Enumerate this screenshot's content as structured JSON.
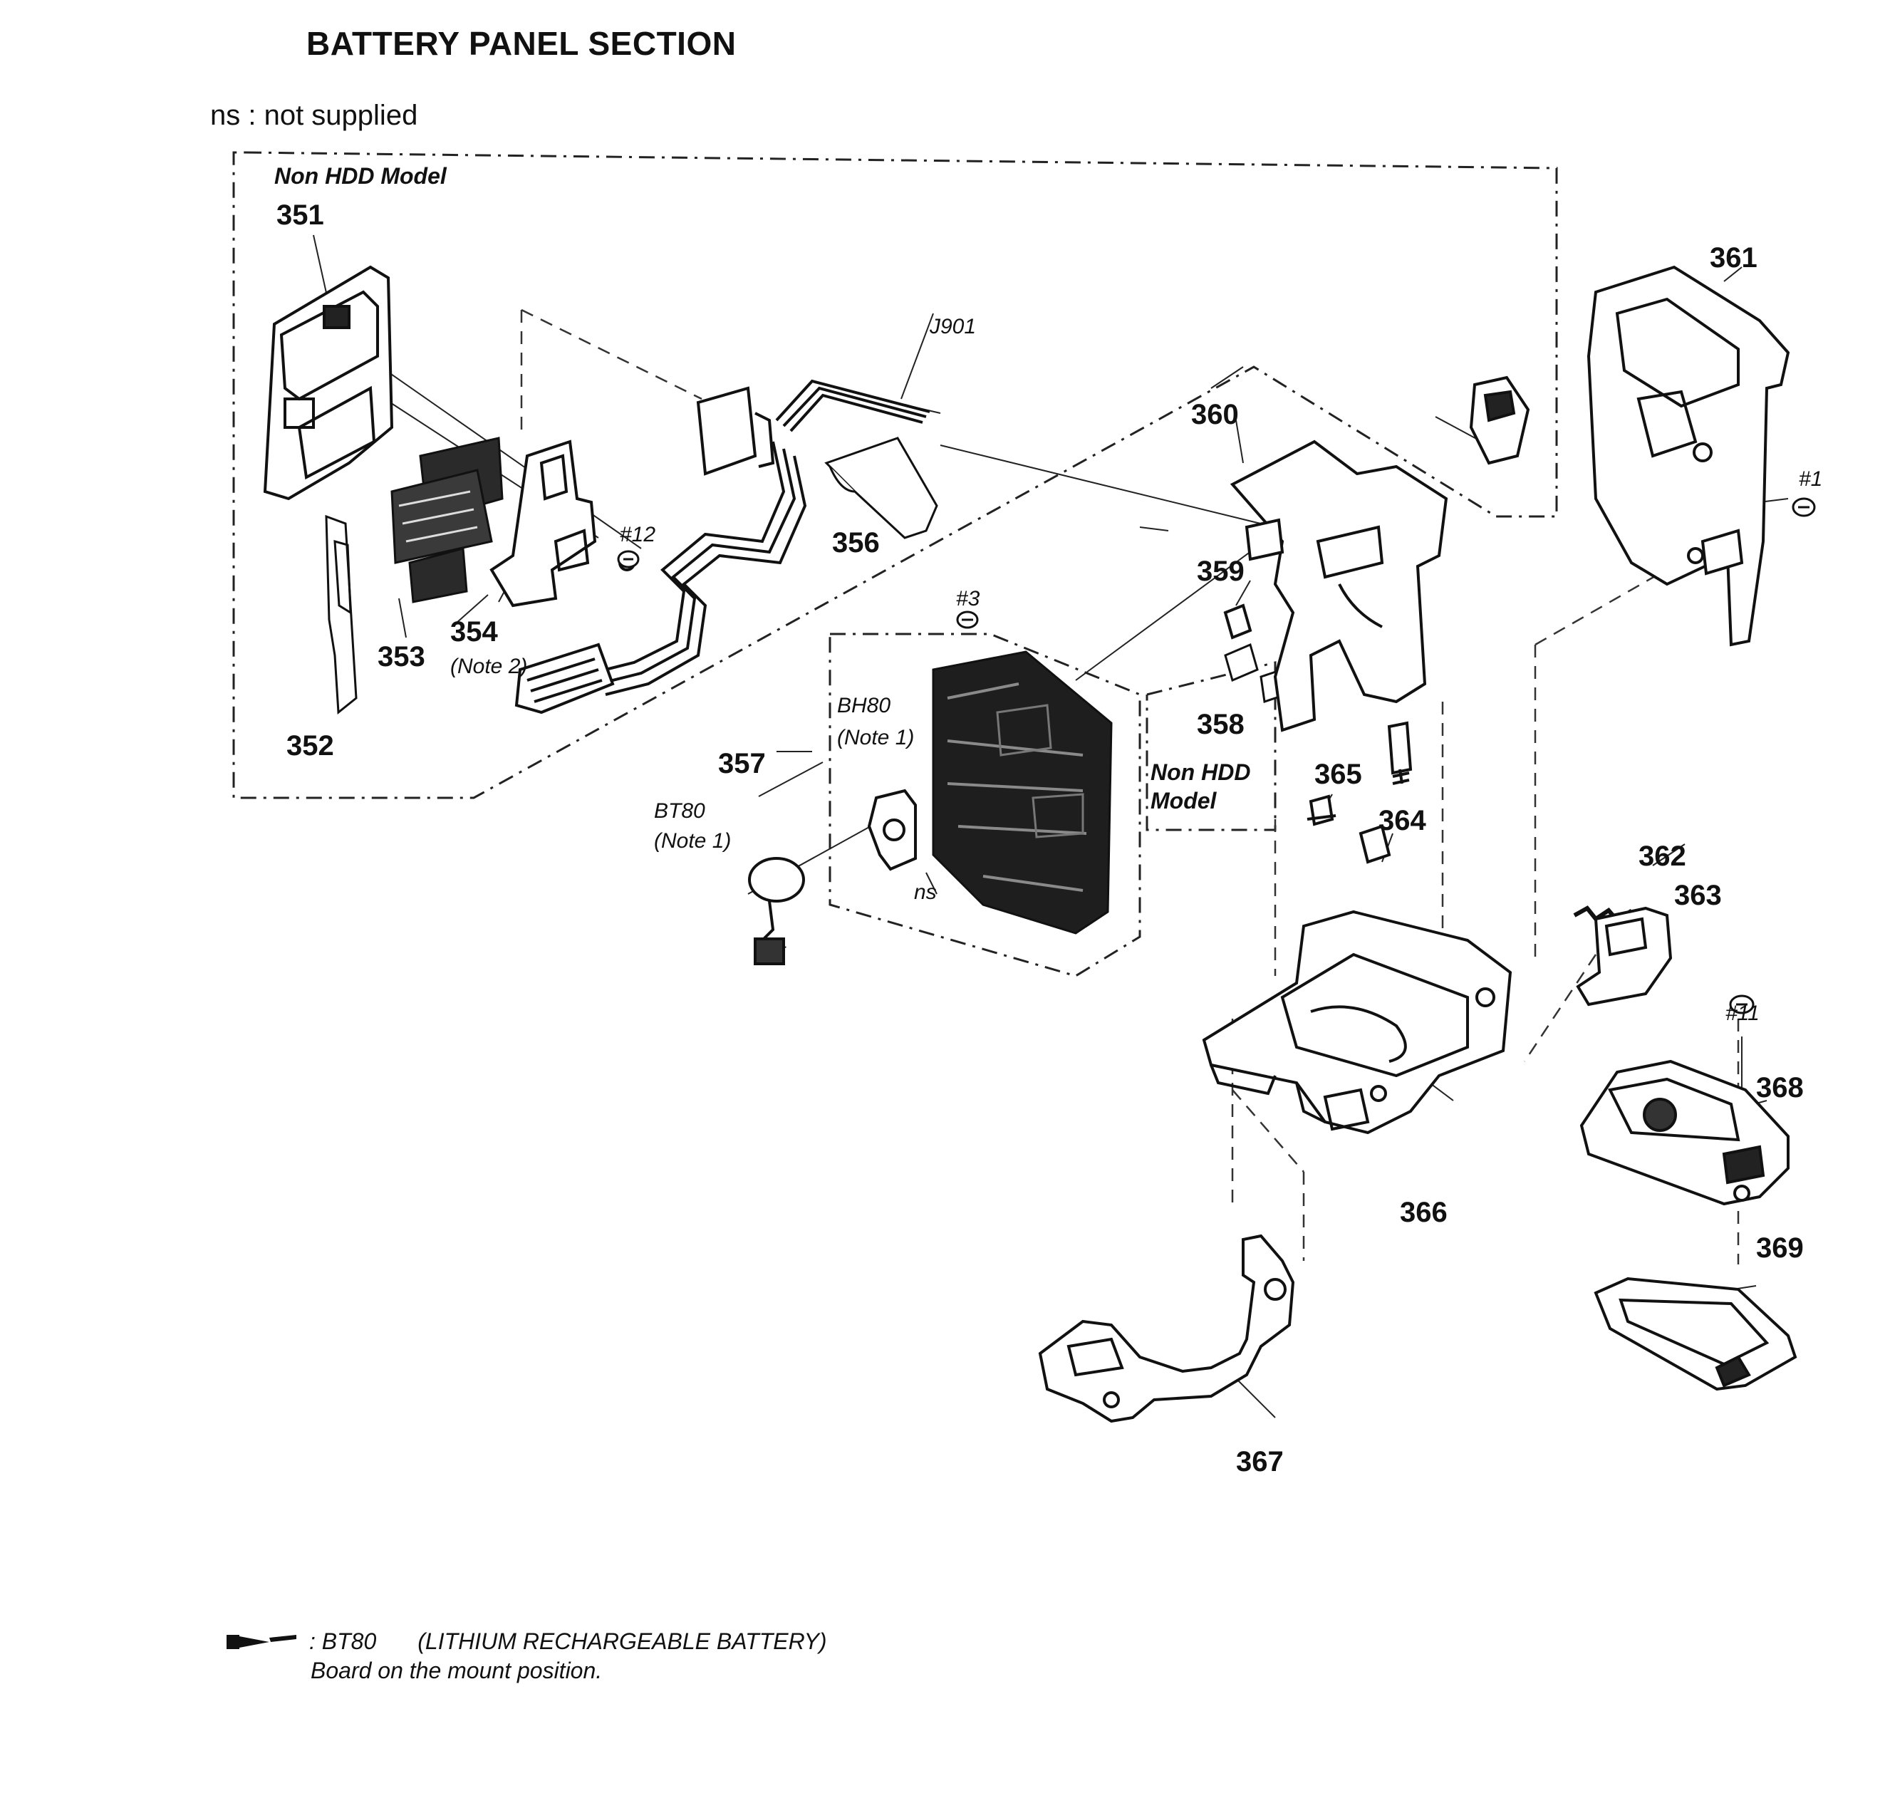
{
  "title": "BATTERY PANEL SECTION",
  "ns_note": "ns : not supplied",
  "groups": {
    "left_group_label": "Non HDD Model",
    "mid_group_label_line1": "Non HDD",
    "mid_group_label_line2": "Model"
  },
  "parts": {
    "p351": "351",
    "p352": "352",
    "p353": "353",
    "p354": "354",
    "p354_note": "(Note 2)",
    "p356": "356",
    "p357": "357",
    "p358": "358",
    "p359": "359",
    "p360": "360",
    "p361": "361",
    "p362": "362",
    "p363": "363",
    "p364": "364",
    "p365": "365",
    "p366": "366",
    "p367": "367",
    "p368": "368",
    "p369": "369"
  },
  "refs": {
    "j901": "J901",
    "screw12": "#12",
    "screw3": "#3",
    "screw1": "#1",
    "screw11": "#11",
    "bh80": "BH80",
    "bh80_note": "(Note 1)",
    "bt80": "BT80",
    "bt80_note": "(Note 1)",
    "ns": "ns"
  },
  "footer": {
    "ref": ": BT80",
    "desc": "(LITHIUM RECHARGEABLE BATTERY)",
    "line2": "Board on the mount position."
  }
}
